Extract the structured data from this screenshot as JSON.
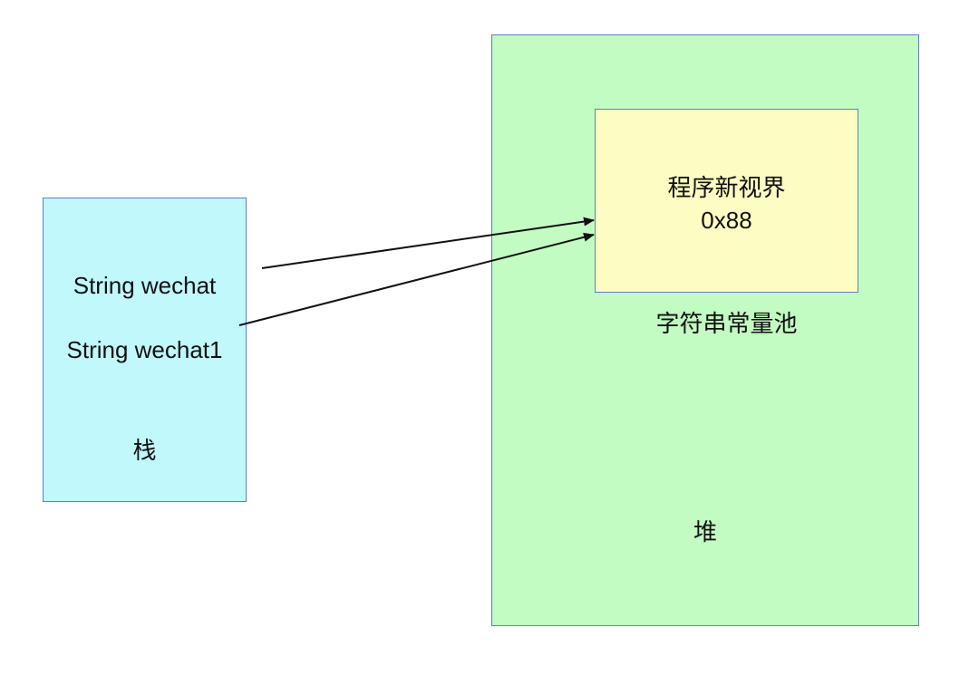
{
  "stack": {
    "var1": "String wechat",
    "var2": "String wechat1",
    "label": "栈"
  },
  "heap": {
    "label": "堆"
  },
  "pool": {
    "value": "程序新视界",
    "address": "0x88",
    "label": "字符串常量池"
  },
  "colors": {
    "stack": "#c0f8fc",
    "heap": "#c2fcc2",
    "pool": "#fdfcc2",
    "border": "#5b80d0"
  }
}
